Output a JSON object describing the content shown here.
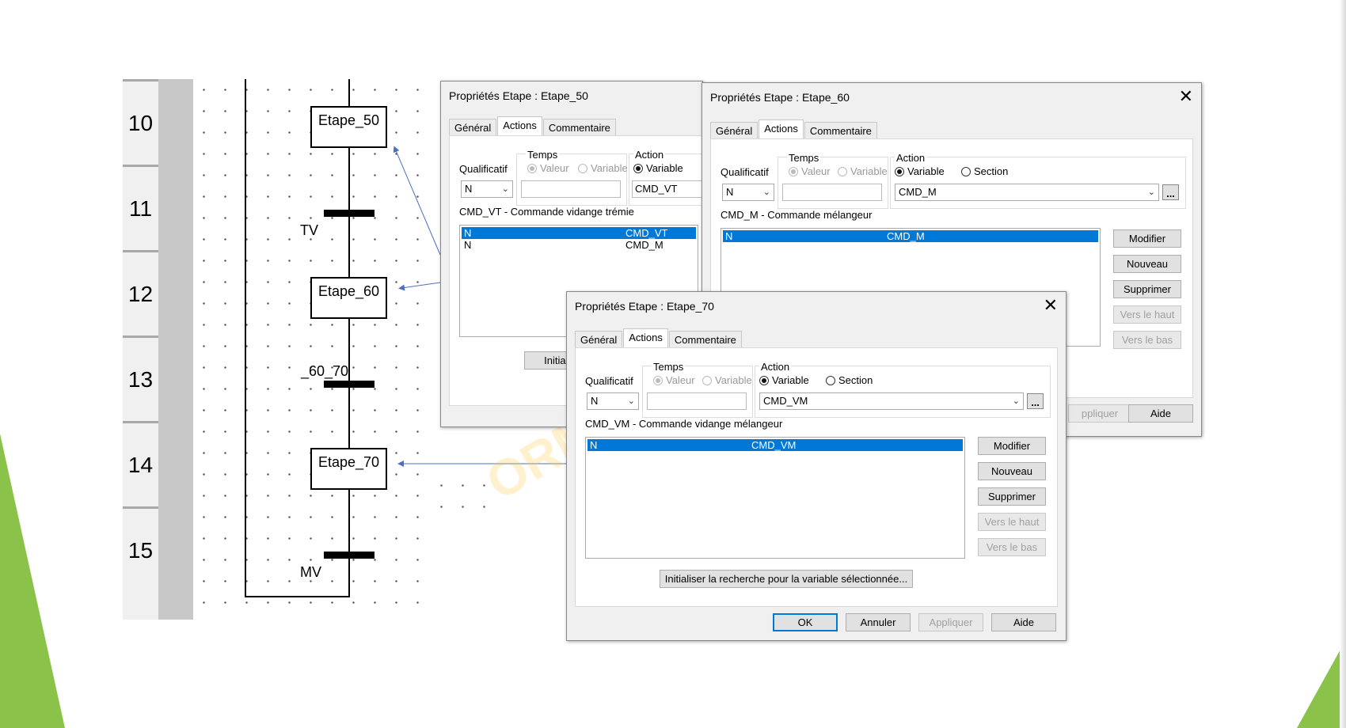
{
  "grafcet": {
    "row_numbers": [
      "10",
      "11",
      "12",
      "13",
      "14",
      "15"
    ],
    "steps": [
      "Etape_50",
      "Etape_60",
      "Etape_70"
    ],
    "transitions": [
      "TV",
      "_60_70",
      "MV"
    ]
  },
  "watermark": "ORM",
  "common": {
    "tab_general": "Général",
    "tab_actions": "Actions",
    "tab_comment": "Commentaire",
    "qualif_label": "Qualificatif",
    "temps_label": "Temps",
    "action_label": "Action",
    "valeur": "Valeur",
    "variable": "Variable",
    "section": "Section",
    "qualif_value": "N",
    "dots": "...",
    "btn_modify": "Modifier",
    "btn_new": "Nouveau",
    "btn_delete": "Supprimer",
    "btn_up": "Vers le haut",
    "btn_down": "Vers le bas",
    "btn_ok": "OK",
    "btn_cancel": "Annuler",
    "btn_apply": "Appliquer",
    "btn_help": "Aide"
  },
  "dlg50": {
    "title": "Propriétés Etape : Etape_50",
    "action_value": "CMD_VT",
    "description": "CMD_VT - Commande vidange trémie",
    "rows": [
      {
        "q": "N",
        "name": "CMD_VT"
      },
      {
        "q": "N",
        "name": "CMD_M"
      }
    ],
    "init_btn": "Initialis"
  },
  "dlg60": {
    "title": "Propriétés Etape : Etape_60",
    "action_value": "CMD_M",
    "description": "CMD_M - Commande mélangeur",
    "rows": [
      {
        "q": "N",
        "name": "CMD_M"
      }
    ],
    "apply_partial": "ppliquer"
  },
  "dlg70": {
    "title": "Propriétés Etape : Etape_70",
    "action_value": "CMD_VM",
    "description": "CMD_VM - Commande vidange mélangeur",
    "rows": [
      {
        "q": "N",
        "name": "CMD_VM"
      }
    ],
    "init_btn": "Initialiser la recherche pour la variable sélectionnée..."
  }
}
